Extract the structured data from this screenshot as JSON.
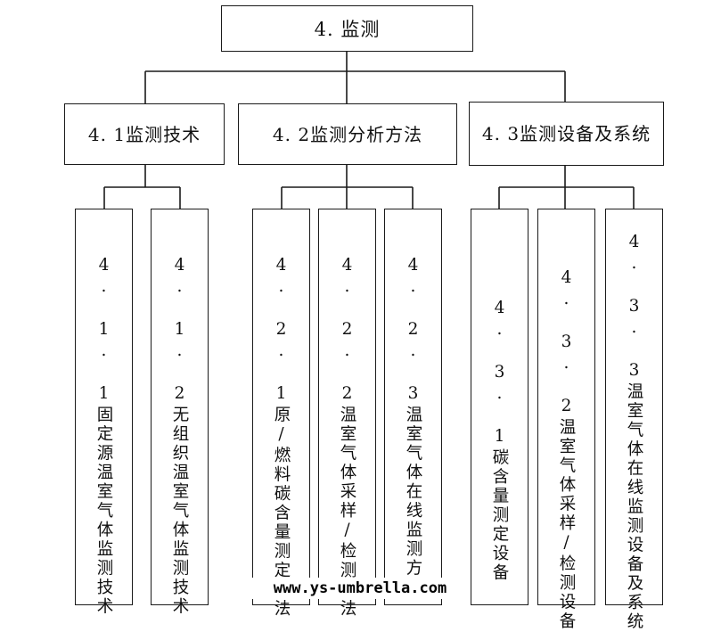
{
  "diagram": {
    "root": {
      "label": "4. 监测"
    },
    "groups": [
      {
        "label": "4. 1监测技术",
        "leaves": [
          {
            "label": "4. 1. 1固定源温室气体监测技术"
          },
          {
            "label": "4. 1. 2无组织温室气体监测技术"
          }
        ]
      },
      {
        "label": "4. 2监测分析方法",
        "leaves": [
          {
            "label": "4. 2. 1原/燃料碳含量测定方法"
          },
          {
            "label": "4. 2. 2温室气体采样/检测方法"
          },
          {
            "label": "4. 2. 3温室气体在线监测方法"
          }
        ]
      },
      {
        "label": "4. 3监测设备及系统",
        "leaves": [
          {
            "label": "4. 3. 1碳含量测定设备"
          },
          {
            "label": "4. 3. 2温室气体采样/检测设备"
          },
          {
            "label": "4. 3. 3温室气体在线监测设备及系统"
          }
        ]
      }
    ]
  },
  "watermark": {
    "text": "www.ys-umbrella.com"
  },
  "colors": {
    "line": "#1a1a1a",
    "background": "#ffffff"
  }
}
